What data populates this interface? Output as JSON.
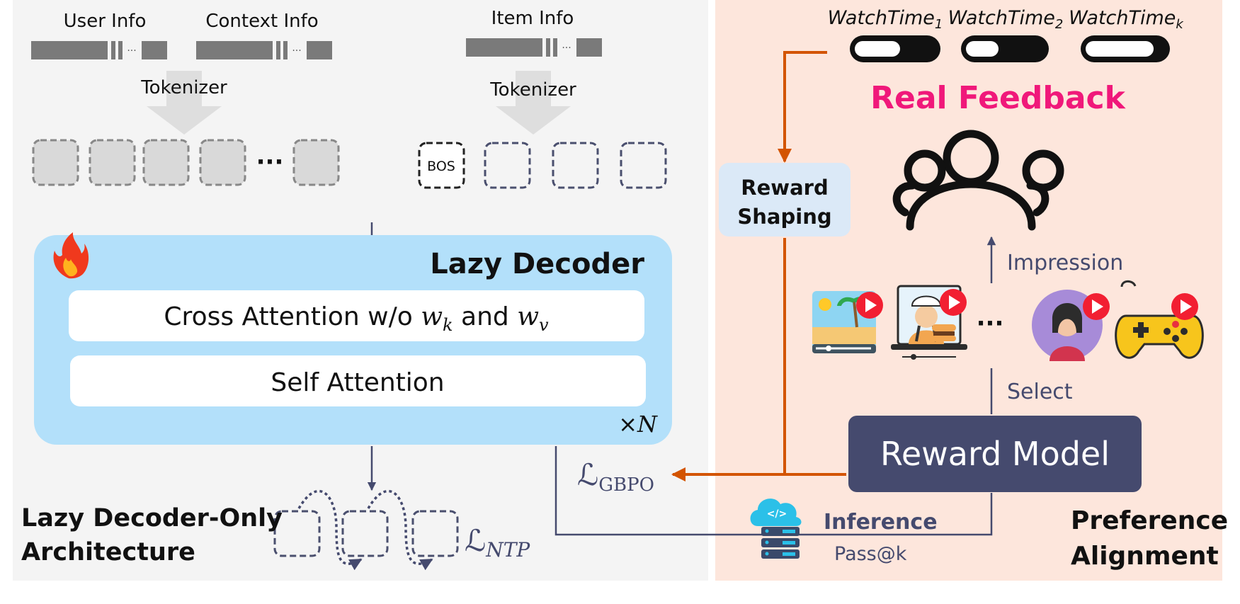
{
  "left": {
    "user_info": "User Info",
    "context_info": "Context Info",
    "item_info": "Item Info",
    "ellipsis_small": "···",
    "tokenizer": "Tokenizer",
    "bos": "BOS",
    "token_ellipsis": "···",
    "decoder_title": "Lazy Decoder",
    "cross_attention_prefix": "Cross Attention w/o ",
    "cross_attention_and": " and ",
    "wk_base": "w",
    "wk_sub": "k",
    "wv_base": "w",
    "wv_sub": "v",
    "self_attention": "Self Attention",
    "times": "×",
    "n_layers": "N",
    "architecture_line1": "Lazy Decoder-Only",
    "architecture_line2": "Architecture",
    "loss_ntp_base": "ℒ",
    "loss_ntp_sub": "NTP",
    "loss_gbpo_base": "ℒ",
    "loss_gbpo_sub": "GBPO"
  },
  "right": {
    "watch_time_base": "WatchTime",
    "watch_time_subs": [
      "1",
      "2",
      "k"
    ],
    "real_feedback": "Real Feedback",
    "reward_shaping_line1": "Reward",
    "reward_shaping_line2": "Shaping",
    "impression": "Impression",
    "items_ellipsis": "···",
    "select": "Select",
    "reward_model": "Reward Model",
    "inference": "Inference",
    "pass_at_k": "Pass@k",
    "alignment_line1": "Preference",
    "alignment_line2": "Alignment"
  },
  "colors": {
    "left_panel": "#f4f4f4",
    "right_panel": "#fde6dc",
    "decoder_box": "#b3e0fa",
    "reward_shaping_box": "#dbe9f7",
    "reward_model_box": "#454a6e",
    "orange_arrow": "#d35400",
    "navy_line": "#454a6e",
    "real_feedback": "#f0187a",
    "token_fill": "#d9d9d9",
    "token_border": "#888888",
    "item_token_border": "#4a4f6e"
  },
  "icons": [
    "flame-icon",
    "users-icon",
    "beach-video-icon",
    "chef-video-icon",
    "person-video-icon",
    "gamepad-icon",
    "server-cloud-icon"
  ]
}
